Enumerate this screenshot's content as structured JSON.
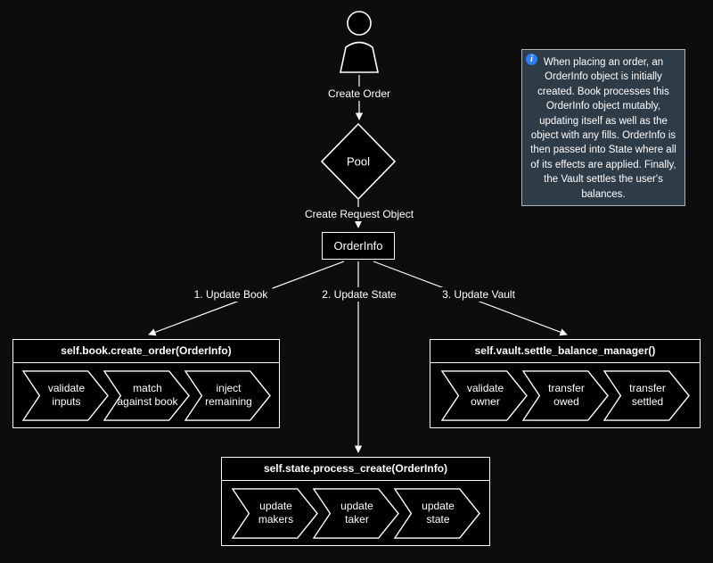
{
  "colors": {
    "background": "#0d0d0d",
    "node_fill": "#000000",
    "stroke": "#ffffff",
    "text": "#ffffff",
    "note_fill": "#2e3c47",
    "note_border": "#a9b6bf",
    "info_icon": "#2d7ff0"
  },
  "nodes": {
    "pool": "Pool",
    "order_info": "OrderInfo"
  },
  "edges": {
    "create_order": "Create Order",
    "create_request": "Create Request Object",
    "update_book": "1. Update Book",
    "update_state": "2. Update State",
    "update_vault": "3. Update Vault"
  },
  "book_box": {
    "title": "self.book.create_order(OrderInfo)",
    "steps": [
      "validate\ninputs",
      "match\nagainst book",
      "inject\nremaining"
    ]
  },
  "state_box": {
    "title": "self.state.process_create(OrderInfo)",
    "steps": [
      "update\nmakers",
      "update\ntaker",
      "update\nstate"
    ]
  },
  "vault_box": {
    "title": "self.vault.settle_balance_manager()",
    "steps": [
      "validate\nowner",
      "transfer\nowed",
      "transfer\nsettled"
    ]
  },
  "note": {
    "text": "When placing an order, an OrderInfo object is initially created. Book processes this OrderInfo object mutably, updating itself as well as the object with any fills. OrderInfo is then passed into State where all of its effects are applied. Finally, the Vault settles the user's balances."
  }
}
